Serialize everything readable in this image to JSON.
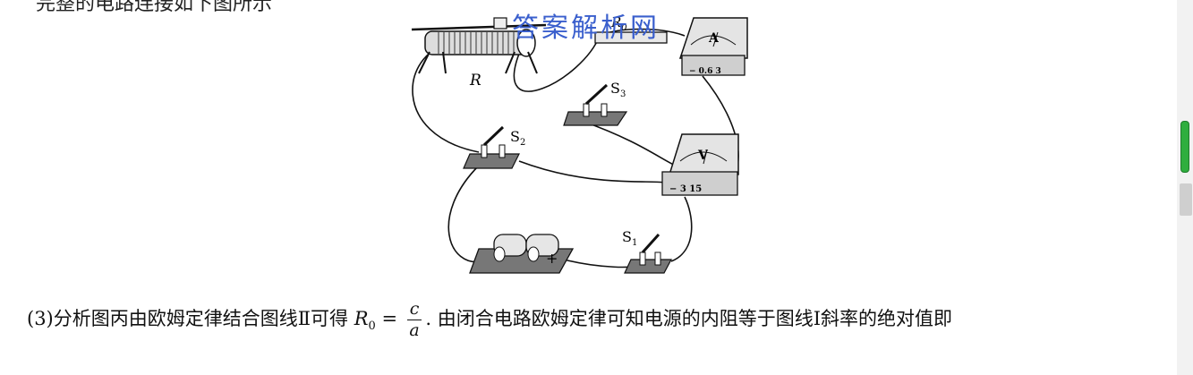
{
  "document": {
    "top_line": "完整的电路连接如下图所示",
    "watermark": "答案解析网",
    "bottom_line": {
      "prefix": "(3)分析图丙由欧姆定律结合图线Ⅱ可得 ",
      "r0_symbol": "R",
      "r0_subscript": "0",
      "equals": " = ",
      "fraction_numerator": "c",
      "fraction_denominator": "a",
      "suffix": ". 由闭合电路欧姆定律可知电源的内阻等于图线Ⅰ斜率的绝对值即"
    }
  },
  "figure": {
    "rheostat_label": "R",
    "resistor_label": "R",
    "resistor_subscript": "0",
    "ammeter_label": "A",
    "ammeter_terminals": "− 0.6 3",
    "voltmeter_label": "V",
    "voltmeter_terminals": "− 3 15",
    "switch_s1": "S",
    "switch_s1_sub": "1",
    "switch_s2": "S",
    "switch_s2_sub": "2",
    "switch_s3": "S",
    "switch_s3_sub": "3",
    "battery_plus": "+"
  }
}
